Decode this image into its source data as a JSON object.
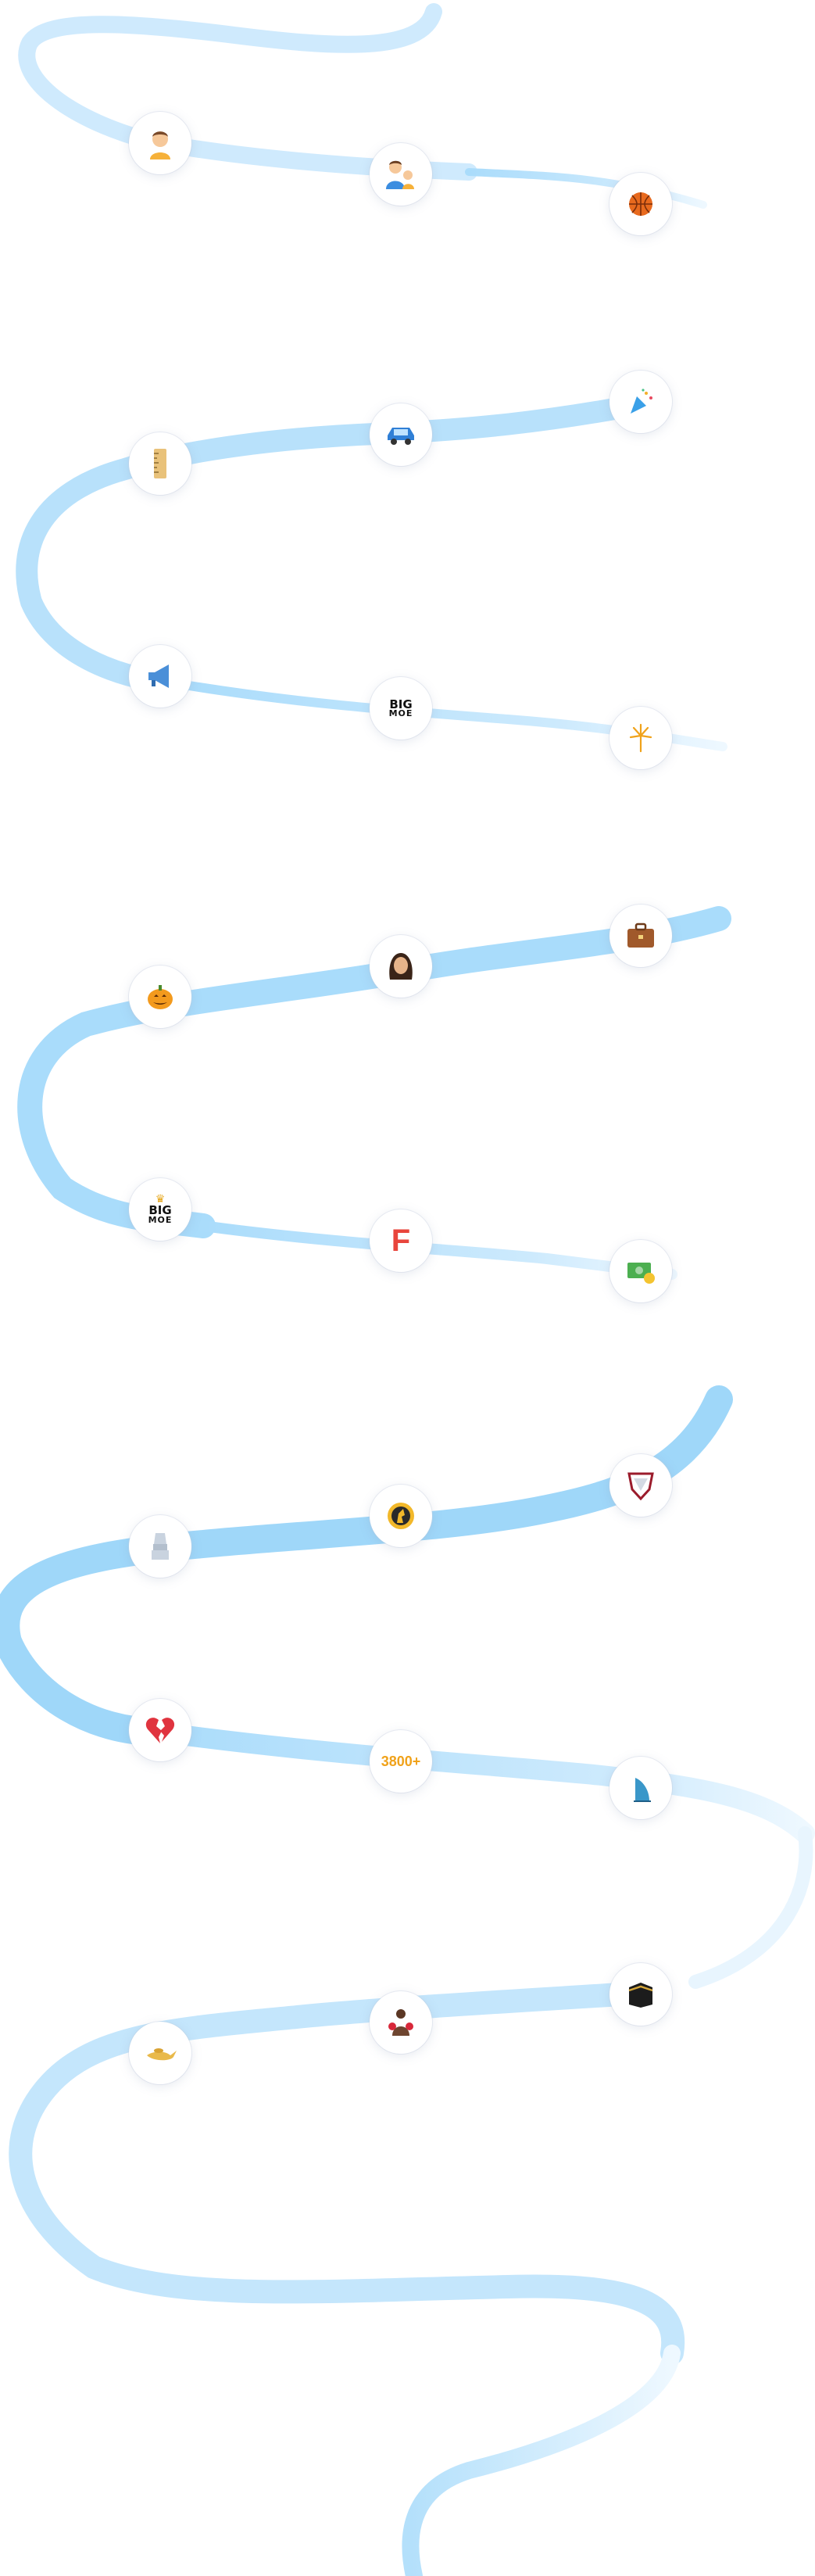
{
  "colors": {
    "ribbon_light": "#e4f3fd",
    "ribbon_mid": "#bfe4fb",
    "ribbon_dark": "#9fd7f9",
    "node_bg": "#ffffff"
  },
  "milestones": [
    {
      "name": "milestone-boy",
      "icon": "boy-icon"
    },
    {
      "name": "milestone-parent-child",
      "icon": "parent-child-icon"
    },
    {
      "name": "milestone-basketball",
      "icon": "basketball-icon"
    },
    {
      "name": "milestone-ruler",
      "icon": "ruler-icon"
    },
    {
      "name": "milestone-car",
      "icon": "car-icon"
    },
    {
      "name": "milestone-party-popper",
      "icon": "party-popper-icon"
    },
    {
      "name": "milestone-megaphone",
      "icon": "megaphone-icon"
    },
    {
      "name": "milestone-big-mo",
      "icon": "big-mo-logo",
      "text_top": "BIG",
      "text_bottom": "MOE"
    },
    {
      "name": "milestone-fireworks",
      "icon": "sparkler-icon"
    },
    {
      "name": "milestone-pumpkin",
      "icon": "jack-o-lantern-icon"
    },
    {
      "name": "milestone-woman",
      "icon": "woman-icon"
    },
    {
      "name": "milestone-briefcase",
      "icon": "briefcase-icon"
    },
    {
      "name": "milestone-big-mo-crown",
      "icon": "big-mo-crown-logo",
      "text_top": "BIG",
      "text_bottom": "MOE"
    },
    {
      "name": "milestone-letter-f",
      "icon": "letter-f-logo",
      "text": "F"
    },
    {
      "name": "milestone-money",
      "icon": "money-icon"
    },
    {
      "name": "milestone-trophy-cup",
      "icon": "trophy-cup-icon"
    },
    {
      "name": "milestone-knight-badge",
      "icon": "knight-badge-icon"
    },
    {
      "name": "milestone-shield-logo",
      "icon": "shield-logo-icon"
    },
    {
      "name": "milestone-broken-heart",
      "icon": "broken-heart-icon"
    },
    {
      "name": "milestone-count",
      "icon": "count-badge",
      "text": "3800+"
    },
    {
      "name": "milestone-burj-al-arab",
      "icon": "burj-al-arab-icon"
    },
    {
      "name": "milestone-magic-lamp",
      "icon": "magic-lamp-icon"
    },
    {
      "name": "milestone-boxer",
      "icon": "boxer-icon"
    },
    {
      "name": "milestone-kaaba",
      "icon": "kaaba-icon"
    }
  ]
}
